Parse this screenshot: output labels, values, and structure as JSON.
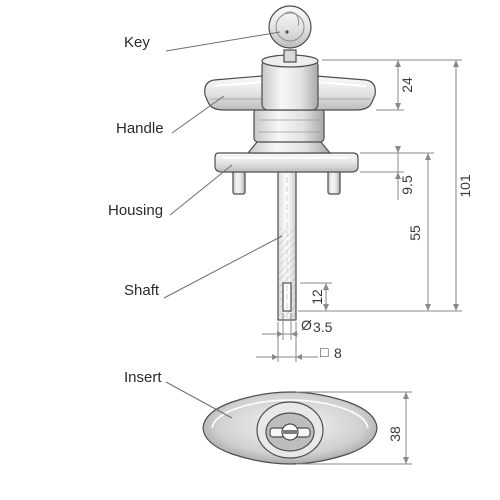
{
  "labels": {
    "key": "Key",
    "handle": "Handle",
    "housing": "Housing",
    "shaft": "Shaft",
    "insert": "Insert"
  },
  "dimensions": {
    "handle_height": "24",
    "overall_height": "101",
    "flange_thickness": "9.5",
    "shaft_length": "55",
    "shaft_slot_length": "12",
    "shaft_diameter": "3.5",
    "shaft_square": "8",
    "insert_height": "38",
    "diameter_symbol": "Ø",
    "square_symbol": "□"
  },
  "colors": {
    "outline": "#4d4d4d",
    "metal_light": "#f2f2f2",
    "metal_mid": "#d9d9d9",
    "metal_dark": "#9a9a9a",
    "dimension_line": "#8a8a8a"
  }
}
